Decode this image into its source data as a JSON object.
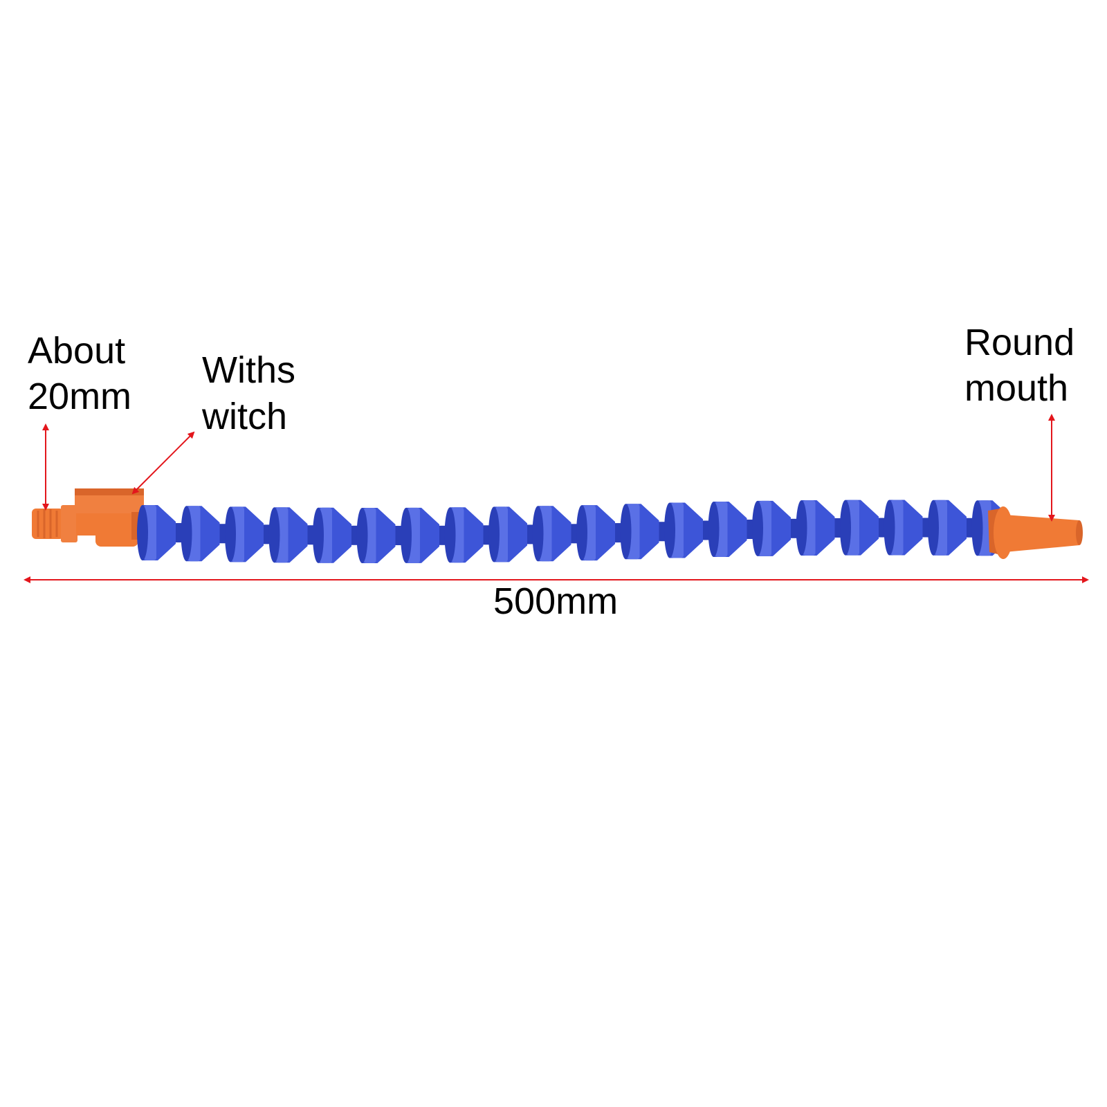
{
  "labels": {
    "inlet_size_line1": "About",
    "inlet_size_line2": "20mm",
    "switch_line1": "Withs",
    "switch_line2": "witch",
    "nozzle_line1": "Round",
    "nozzle_line2": "mouth",
    "total_length": "500mm"
  },
  "colors": {
    "hose_blue": "#3d55d8",
    "hose_blue_dark": "#2a3fb8",
    "hose_blue_light": "#5a70e6",
    "fitting_orange": "#f07a35",
    "fitting_orange_dark": "#d9652a",
    "dimension_line_red": "#e3161c",
    "text": "#000000",
    "background": "#ffffff"
  },
  "icons": {
    "product": "flexible-coolant-hose-icon",
    "valve": "ball-valve-switch-icon",
    "nozzle": "round-nozzle-icon",
    "thread": "threaded-inlet-icon"
  }
}
